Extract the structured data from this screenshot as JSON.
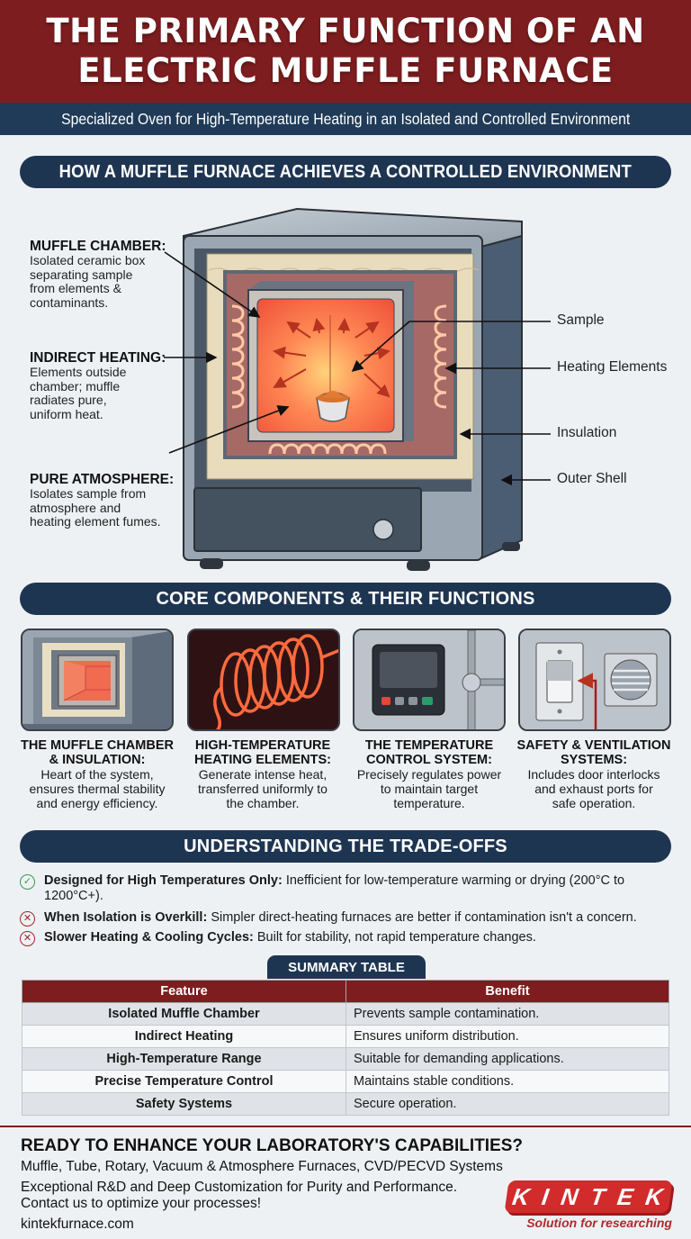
{
  "header": {
    "title_line1": "THE PRIMARY FUNCTION OF AN",
    "title_line2": "ELECTRIC MUFFLE FURNACE",
    "subtitle": "Specialized Oven for High-Temperature Heating in an Isolated and Controlled Environment"
  },
  "section1": {
    "title": "HOW A MUFFLE FURNACE ACHIEVES A CONTROLLED ENVIRONMENT",
    "left_labels": [
      {
        "title": "MUFFLE CHAMBER:",
        "body": [
          "Isolated ceramic box",
          "separating sample",
          "from elements &",
          "contaminants."
        ]
      },
      {
        "title": "INDIRECT HEATING:",
        "body": [
          "Elements outside",
          "chamber; muffle",
          "radiates pure,",
          "uniform heat."
        ]
      },
      {
        "title": "PURE ATMOSPHERE:",
        "body": [
          "Isolates sample from",
          "atmosphere and",
          "heating element fumes."
        ]
      }
    ],
    "right_labels": [
      "Sample",
      "Heating Elements",
      "Insulation",
      "Outer Shell"
    ]
  },
  "section2": {
    "title": "CORE COMPONENTS & THEIR FUNCTIONS",
    "cards": [
      {
        "icon": "muffle-chamber-icon",
        "title": [
          "THE MUFFLE CHAMBER",
          "& INSULATION:"
        ],
        "body": [
          "Heart of the system,",
          "ensures thermal stability",
          "and energy efficiency."
        ]
      },
      {
        "icon": "heating-coil-icon",
        "title": [
          "HIGH-TEMPERATURE",
          "HEATING ELEMENTS:"
        ],
        "body": [
          "Generate intense heat,",
          "transferred uniformly to",
          "the chamber."
        ]
      },
      {
        "icon": "temperature-controller-icon",
        "title": [
          "THE TEMPERATURE",
          "CONTROL SYSTEM:"
        ],
        "body": [
          "Precisely regulates power",
          "to maintain target",
          "temperature."
        ]
      },
      {
        "icon": "safety-ventilation-icon",
        "title": [
          "SAFETY & VENTILATION",
          "SYSTEMS:"
        ],
        "body": [
          "Includes door interlocks",
          "and exhaust ports for",
          "safe operation."
        ]
      }
    ]
  },
  "section3": {
    "title": "UNDERSTANDING THE TRADE-OFFS",
    "items": [
      {
        "icon": "check-circle-icon",
        "color": "#3a9a4a",
        "bold": "Designed for High Temperatures Only:",
        "text": " Inefficient for low-temperature warming or drying (200°C to 1200°C+)."
      },
      {
        "icon": "x-circle-icon",
        "color": "#a1262c",
        "bold": "When Isolation is Overkill:",
        "text": " Simpler direct-heating furnaces are better if contamination isn't a concern."
      },
      {
        "icon": "x-circle-icon",
        "color": "#a1262c",
        "bold": "Slower Heating & Cooling Cycles:",
        "text": " Built for stability, not rapid temperature changes."
      }
    ]
  },
  "summary": {
    "tab_label": "SUMMARY TABLE",
    "columns": [
      "Feature",
      "Benefit"
    ],
    "rows": [
      [
        "Isolated Muffle Chamber",
        "Prevents sample contamination."
      ],
      [
        "Indirect Heating",
        "Ensures uniform distribution."
      ],
      [
        "High-Temperature Range",
        "Suitable for demanding applications."
      ],
      [
        "Precise Temperature Control",
        "Maintains stable conditions."
      ],
      [
        "Safety Systems",
        "Secure operation."
      ]
    ]
  },
  "footer": {
    "headline": "READY TO ENHANCE YOUR LABORATORY'S CAPABILITIES?",
    "products": "Muffle, Tube, Rotary, Vacuum & Atmosphere Furnaces, CVD/PECVD Systems",
    "line1": "Exceptional R&D and Deep Customization for Purity and Performance.",
    "line2": "Contact us to optimize your processes!",
    "website": "kintekfurnace.com",
    "logo_text": "KINTEK",
    "slogan": "Solution for researching"
  },
  "colors": {
    "brand_red": "#7e1d1f",
    "navy": "#1e3552",
    "background": "#eef1f4",
    "logo_red": "#d22b2b"
  }
}
